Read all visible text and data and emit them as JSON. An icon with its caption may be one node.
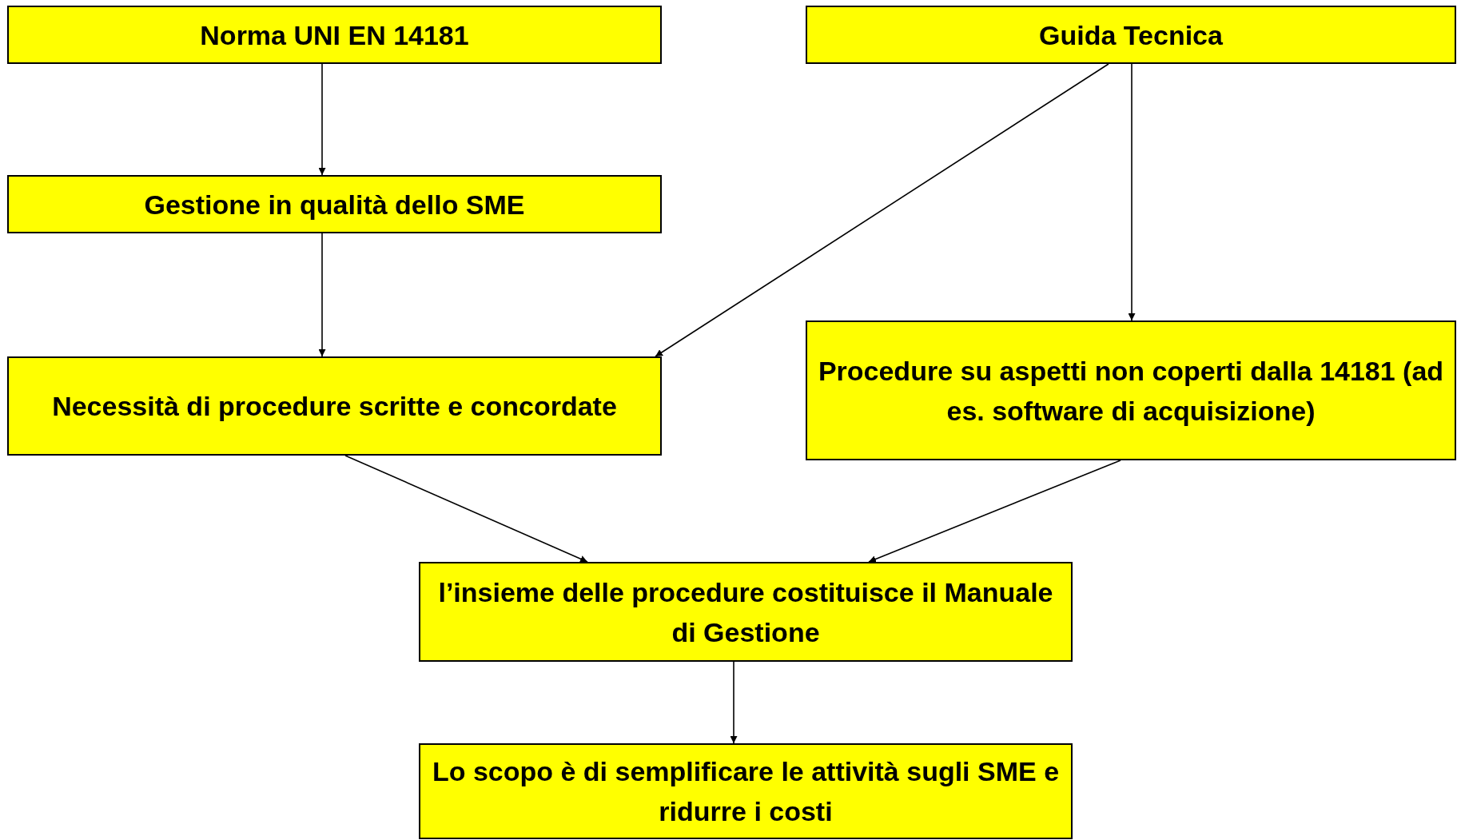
{
  "diagram": {
    "nodes": [
      {
        "text": [
          "Norma UNI EN 14181"
        ]
      },
      {
        "text": [
          "Guida Tecnica"
        ]
      },
      {
        "text": [
          "Gestione in qualità dello SME"
        ]
      },
      {
        "text": [
          "Necessità di procedure scritte e concordate"
        ]
      },
      {
        "text": [
          "Procedure su aspetti non coperti dalla 14181 (ad es. software di acquisizione)"
        ]
      },
      {
        "text": [
          "l’insieme delle procedure costituisce il Manuale di Gestione"
        ]
      },
      {
        "text": [
          "Lo scopo è di semplificare le attività sugli SME e ridurre i costi"
        ]
      }
    ],
    "edges": [
      {
        "from": 0,
        "to": 2,
        "arrow": "to"
      },
      {
        "from": 2,
        "to": 3,
        "arrow": "to"
      },
      {
        "from": 1,
        "to": 3,
        "arrow": "to"
      },
      {
        "from": 1,
        "to": 4,
        "arrow": "to"
      },
      {
        "from": 3,
        "to": 5,
        "arrow": "to"
      },
      {
        "from": 4,
        "to": 5,
        "arrow": "to"
      },
      {
        "from": 5,
        "to": 6,
        "arrow": "to"
      }
    ]
  }
}
